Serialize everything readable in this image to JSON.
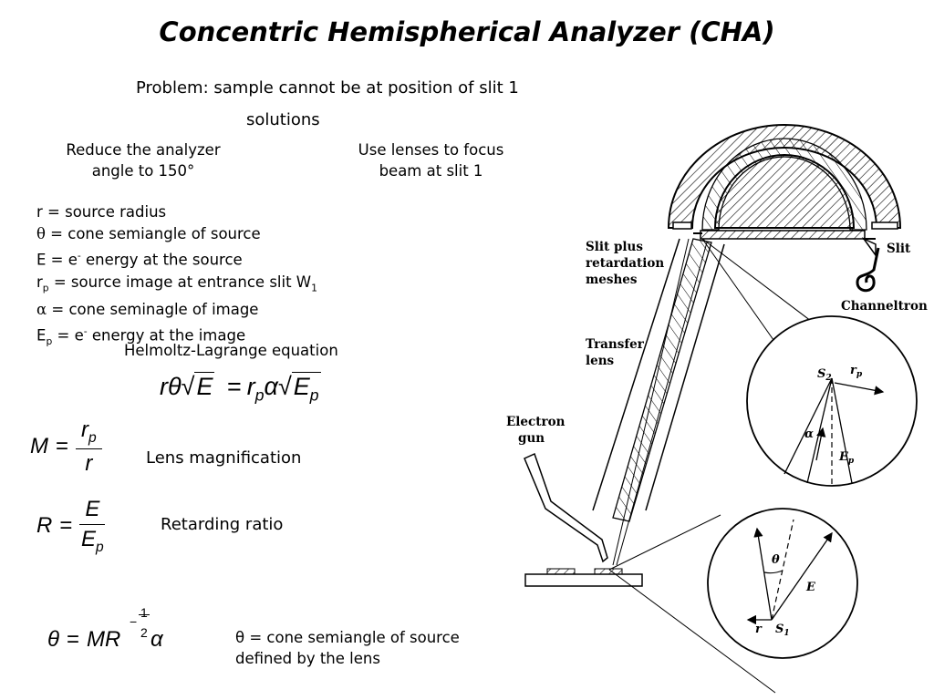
{
  "title": "Concentric Hemispherical Analyzer (CHA)",
  "problem": "Problem: sample cannot be at position of slit 1",
  "solutions": "solutions",
  "solution_left": [
    "Reduce the analyzer",
    "angle to 150°"
  ],
  "solution_right": [
    "Use lenses to focus",
    "beam at slit 1"
  ],
  "definitions": {
    "r": {
      "sym": "r",
      "text": " = source radius"
    },
    "theta": {
      "sym": "θ",
      "text": " = cone semiangle of source"
    },
    "E": {
      "sym": "E",
      "text": " = e",
      "sup": "-",
      "tail": " energy at the source"
    },
    "rp": {
      "sym": "r",
      "sub": "p",
      "text": " = source image at entrance slit W",
      "sub2": "1"
    },
    "alpha": {
      "sym": "α",
      "text": " = cone seminagle of image"
    },
    "Ep": {
      "sym": "E",
      "sub": "p",
      "text": " = e",
      "sup": "-",
      "tail": " energy at the image"
    }
  },
  "helmholtz_label": "Helmoltz-Lagrange equation",
  "equations": {
    "hl": {
      "left": "rθ",
      "sqrt_left": "E",
      "eq": "=",
      "rp": "r",
      "rp_sub": "p",
      "alpha": "α",
      "sqrt_right": "E",
      "sqrt_right_sub": "p"
    },
    "M": {
      "lhs": "M",
      "eq": "=",
      "num": "r",
      "num_sub": "p",
      "den": "r"
    },
    "R": {
      "lhs": "R",
      "eq": "=",
      "num": "E",
      "den": "E",
      "den_sub": "p"
    },
    "theta": {
      "lhs": "θ",
      "eq": "=",
      "mid": "MR",
      "exp_sign": "−",
      "exp_num": "1",
      "exp_den": "2",
      "rhs": "α"
    }
  },
  "lens_magnification": "Lens magnification",
  "retarding_ratio": "Retarding ratio",
  "theta_note": [
    "θ = cone semiangle of source",
    "defined by the lens"
  ],
  "figure": {
    "label_slit_meshes": [
      "Slit plus",
      "retardation",
      "meshes"
    ],
    "label_slit": "Slit",
    "label_channeltron": "Channeltron",
    "label_transfer_lens": [
      "Transfer",
      "lens"
    ],
    "label_electron_gun": [
      "Electron",
      "gun"
    ],
    "inset1": {
      "s": "S",
      "s_sub": "2",
      "rp": "r",
      "rp_sub": "p",
      "alpha": "α",
      "Ep": "E",
      "Ep_sub": "p"
    },
    "inset2": {
      "theta": "θ",
      "E": "E",
      "r": "r",
      "s": "S",
      "s_sub": "1"
    }
  }
}
